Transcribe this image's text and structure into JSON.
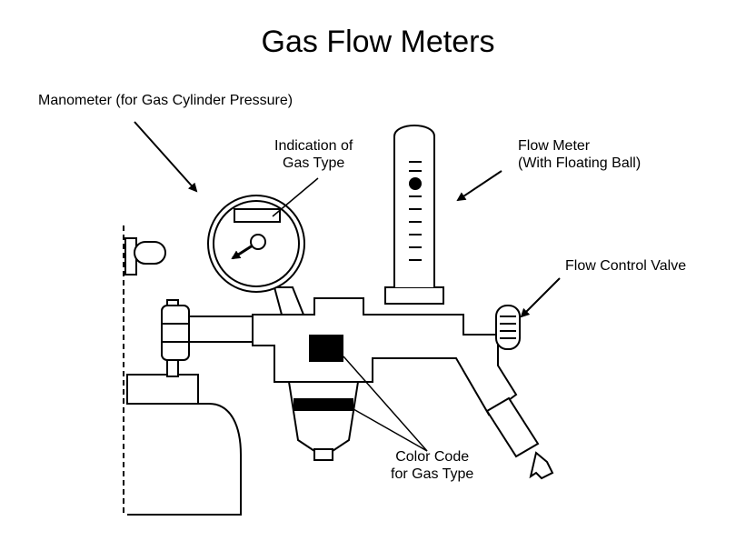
{
  "title": "Gas Flow Meters",
  "labels": {
    "manometer": "Manometer (for Gas Cylinder Pressure)",
    "indication_line1": "Indication of",
    "indication_line2": "Gas Type",
    "flow_meter_line1": "Flow Meter",
    "flow_meter_line2": "(With Floating Ball)",
    "flow_control_valve": "Flow Control Valve",
    "color_code_line1": "Color Code",
    "color_code_line2": "for Gas Type"
  },
  "colors": {
    "ink": "#000000",
    "paper": "#ffffff"
  }
}
